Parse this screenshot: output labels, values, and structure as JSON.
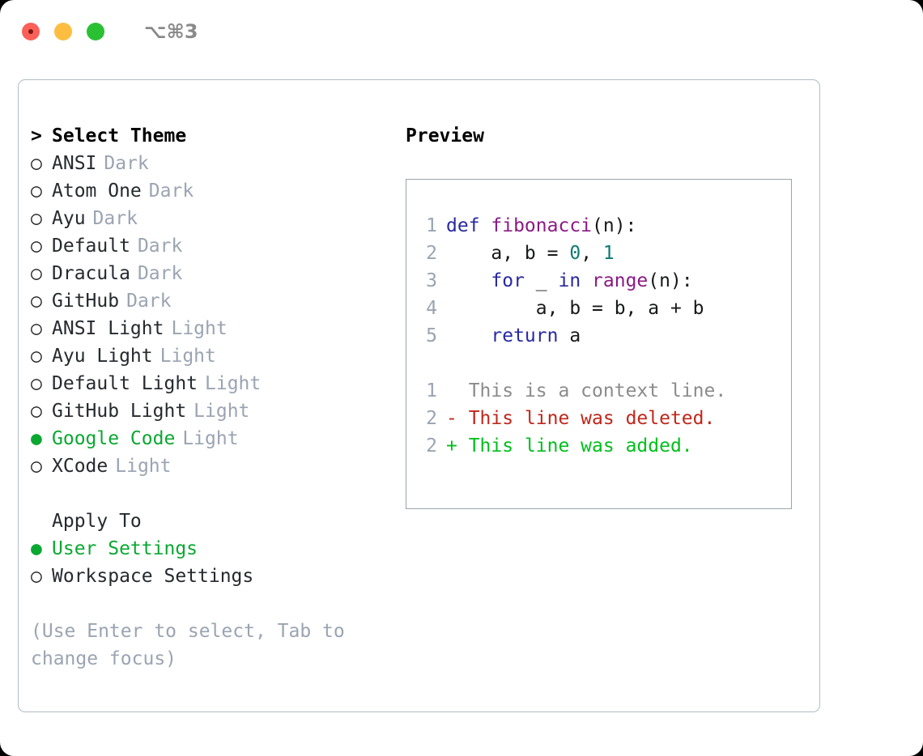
{
  "window": {
    "traffic_lights": [
      "close-red",
      "minimize-yellow",
      "maximize-green"
    ],
    "shortcut": "⌥⌘3",
    "accent_green": "#0aa832",
    "muted_gray": "#9aa4b2",
    "border_color": "#b3bbc6"
  },
  "theme_picker": {
    "header_marker": ">",
    "header_label": "Select Theme",
    "unselected_marker": "○",
    "selected_marker": "●",
    "items": [
      {
        "marker": "○",
        "label": "ANSI",
        "category": "Dark",
        "selected": false
      },
      {
        "marker": "○",
        "label": "Atom One",
        "category": "Dark",
        "selected": false
      },
      {
        "marker": "○",
        "label": "Ayu",
        "category": "Dark",
        "selected": false
      },
      {
        "marker": "○",
        "label": "Default",
        "category": "Dark",
        "selected": false
      },
      {
        "marker": "○",
        "label": "Dracula",
        "category": "Dark",
        "selected": false
      },
      {
        "marker": "○",
        "label": "GitHub",
        "category": "Dark",
        "selected": false
      },
      {
        "marker": "○",
        "label": "ANSI Light",
        "category": "Light",
        "selected": false
      },
      {
        "marker": "○",
        "label": "Ayu Light",
        "category": "Light",
        "selected": false
      },
      {
        "marker": "○",
        "label": "Default Light",
        "category": "Light",
        "selected": false
      },
      {
        "marker": "○",
        "label": "GitHub Light",
        "category": "Light",
        "selected": false
      },
      {
        "marker": "●",
        "label": "Google Code",
        "category": "Light",
        "selected": true
      },
      {
        "marker": "○",
        "label": "XCode",
        "category": "Light",
        "selected": false
      }
    ]
  },
  "apply_to": {
    "header_label": "Apply To",
    "items": [
      {
        "marker": "●",
        "label": "User Settings",
        "selected": true
      },
      {
        "marker": "○",
        "label": "Workspace Settings",
        "selected": false
      }
    ]
  },
  "hint": "(Use Enter to select, Tab to change focus)",
  "preview": {
    "title": "Preview",
    "code_lines": [
      {
        "number": "1",
        "tokens": [
          {
            "text": "def ",
            "kind": "kw"
          },
          {
            "text": "fibonacci",
            "kind": "fn"
          },
          {
            "text": "(n):",
            "kind": "txt"
          }
        ]
      },
      {
        "number": "2",
        "tokens": [
          {
            "text": "    a, b = ",
            "kind": "txt"
          },
          {
            "text": "0",
            "kind": "num"
          },
          {
            "text": ", ",
            "kind": "txt"
          },
          {
            "text": "1",
            "kind": "num"
          }
        ]
      },
      {
        "number": "3",
        "tokens": [
          {
            "text": "    ",
            "kind": "txt"
          },
          {
            "text": "for",
            "kind": "kw"
          },
          {
            "text": " _ ",
            "kind": "txt"
          },
          {
            "text": "in",
            "kind": "kw"
          },
          {
            "text": " ",
            "kind": "txt"
          },
          {
            "text": "range",
            "kind": "fn"
          },
          {
            "text": "(n):",
            "kind": "txt"
          }
        ]
      },
      {
        "number": "4",
        "tokens": [
          {
            "text": "        a, b = b, a + b",
            "kind": "txt"
          }
        ]
      },
      {
        "number": "5",
        "tokens": [
          {
            "text": "    ",
            "kind": "txt"
          },
          {
            "text": "return",
            "kind": "kw"
          },
          {
            "text": " a",
            "kind": "txt"
          }
        ]
      }
    ],
    "diff_lines": [
      {
        "number": "1",
        "prefix": "  ",
        "text": "This is a context line.",
        "kind": "ctx"
      },
      {
        "number": "2",
        "prefix": "- ",
        "text": "This line was deleted.",
        "kind": "del"
      },
      {
        "number": "2",
        "prefix": "+ ",
        "text": "This line was added.",
        "kind": "add"
      }
    ]
  }
}
